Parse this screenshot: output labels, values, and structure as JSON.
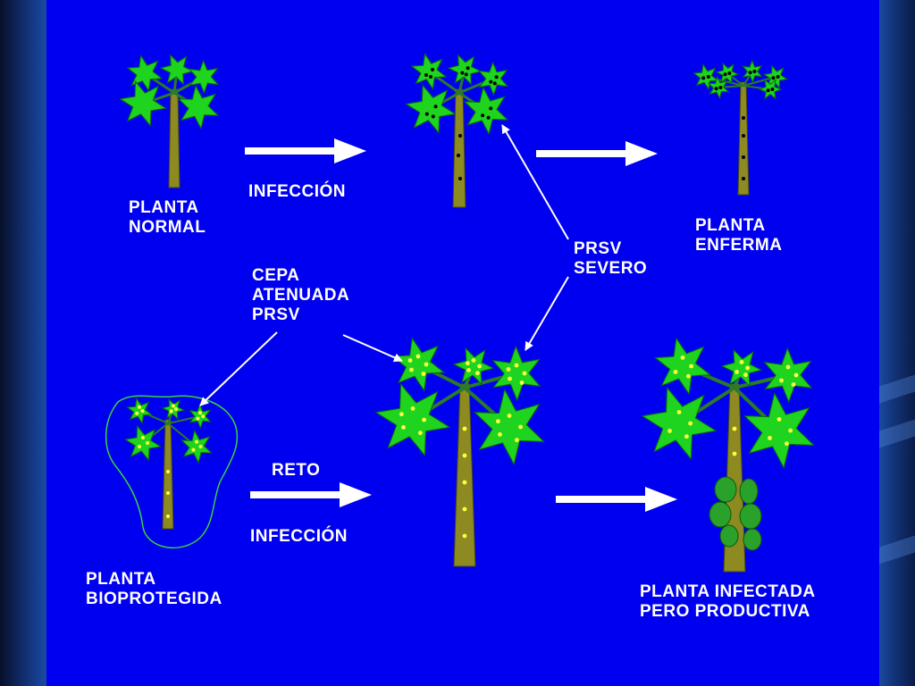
{
  "colors": {
    "slide_background": "#0000f0",
    "leaf": "#1ed41e",
    "trunk": "#8c8a20",
    "leaf_outline": "#0a6a0a",
    "virus_spot": "#000000",
    "attenuated_spot": "#ffff40",
    "arrow": "#ffffff",
    "text": "#ffffff"
  },
  "labels": {
    "normal_plant": "PLANTA\nNORMAL",
    "infection_top": "INFECCIÓN",
    "sick_plant": "PLANTA\nENFERMA",
    "prsv_severe": "PRSV\nSEVERO",
    "attenuated_strain": "CEPA\nATENUADA\nPRSV",
    "challenge": "RETO",
    "infection_bottom": "INFECCIÓN",
    "bioprotected_plant": "PLANTA\nBIOPROTEGIDA",
    "infected_productive": "PLANTA INFECTADA\nPERO PRODUCTIVA"
  }
}
